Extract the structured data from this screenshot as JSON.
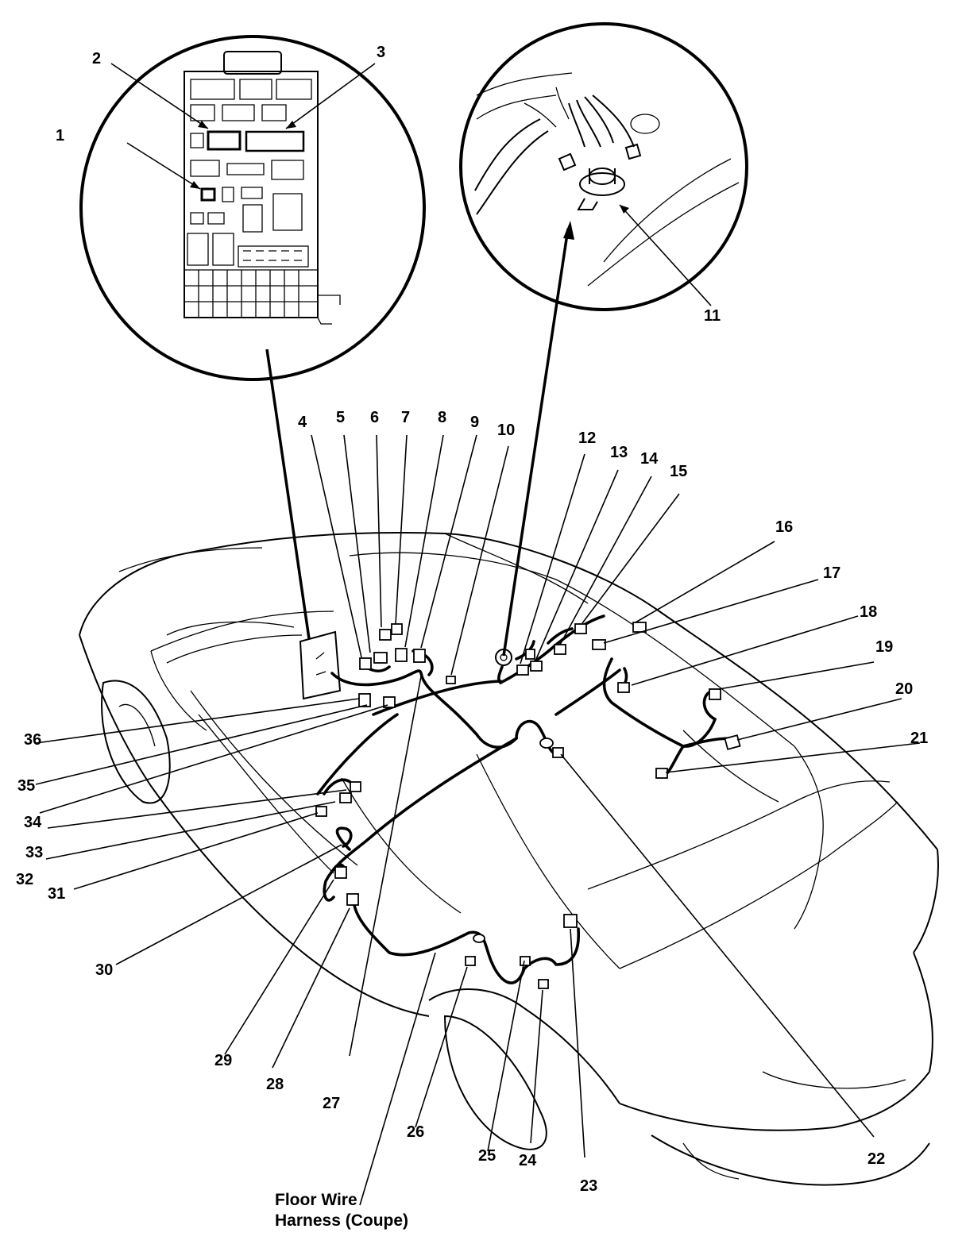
{
  "callouts": [
    "1",
    "2",
    "3",
    "4",
    "5",
    "6",
    "7",
    "8",
    "9",
    "10",
    "11",
    "12",
    "13",
    "14",
    "15",
    "16",
    "17",
    "18",
    "19",
    "20",
    "21",
    "22",
    "23",
    "24",
    "25",
    "26",
    "27",
    "28",
    "29",
    "30",
    "31",
    "32",
    "33",
    "34",
    "35",
    "36"
  ],
  "caption": {
    "line1": "Floor Wire",
    "line2": "Harness (Coupe)"
  },
  "icons": {
    "fuse_box_inset": "fuse-box-detail",
    "ground_inset": "ground-terminal-detail",
    "vehicle": "coupe-body-outline"
  },
  "colors": {
    "ink": "#000000",
    "paper": "#ffffff"
  }
}
